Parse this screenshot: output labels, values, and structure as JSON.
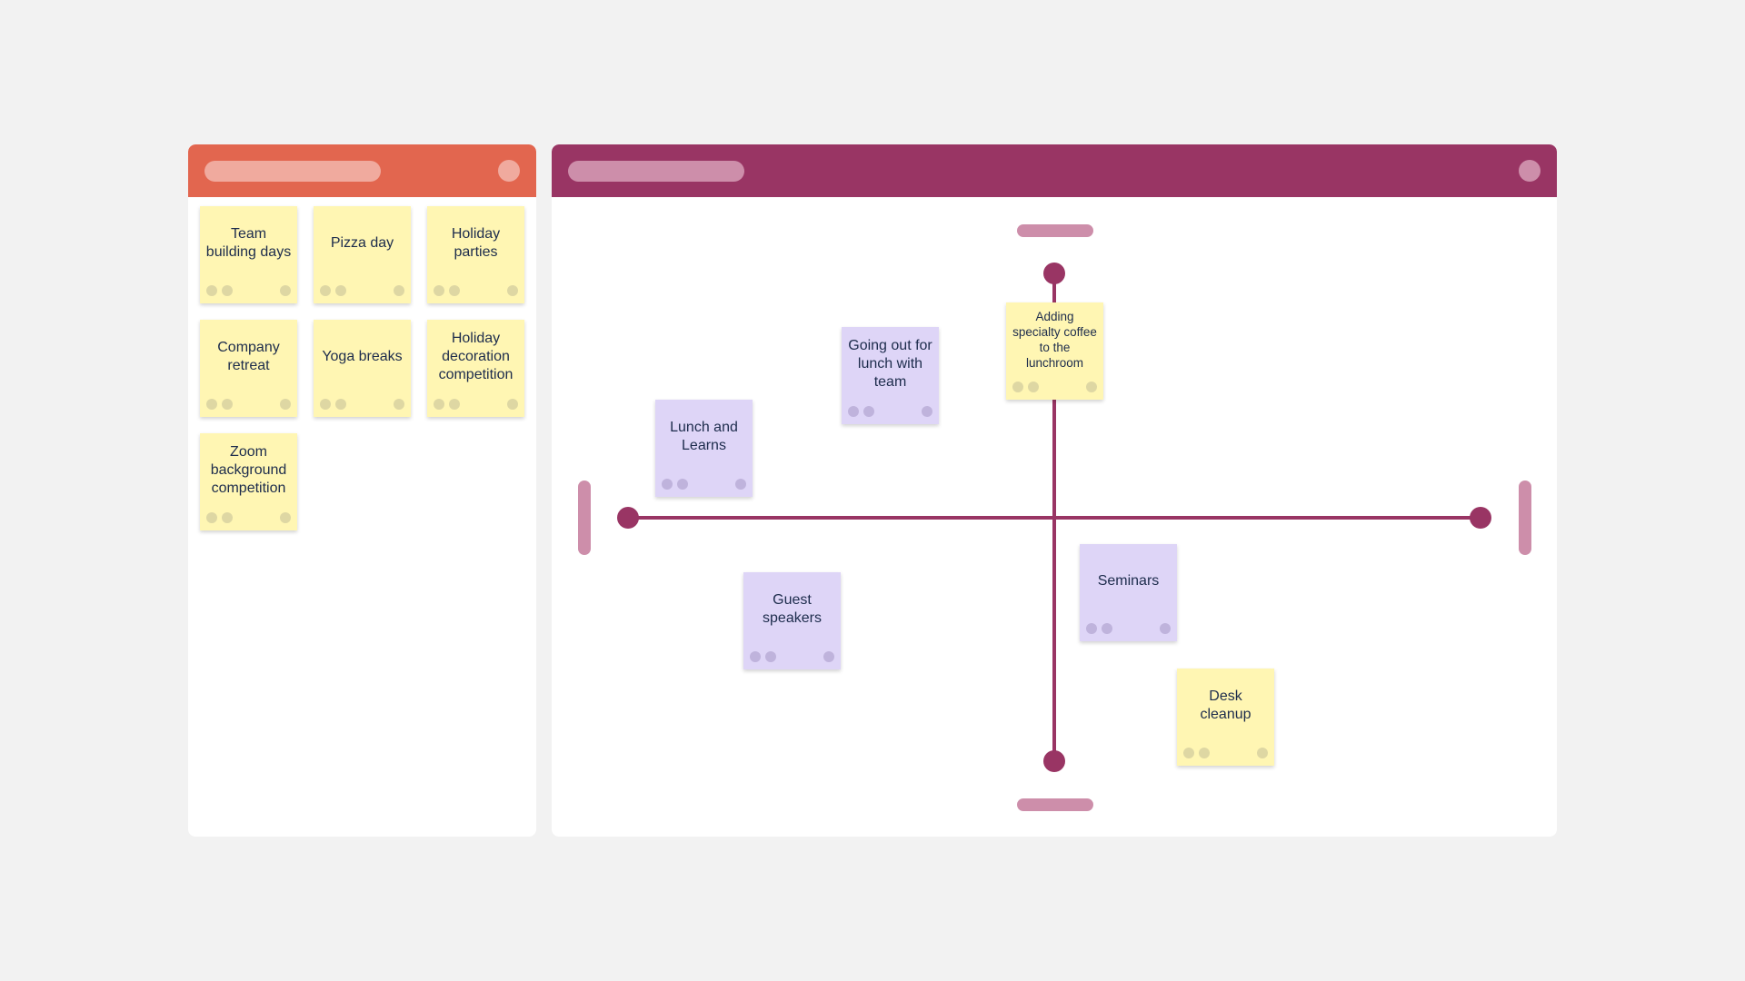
{
  "colors": {
    "background": "#f2f2f2",
    "left_header": "#e2664f",
    "right_header": "#993564",
    "axis": "#993564",
    "note_yellow": "#fff6b3",
    "note_purple": "#ded5f7",
    "note_text": "#1d2c4c"
  },
  "backlog": {
    "notes": [
      {
        "text": "Team building days",
        "color": "yellow"
      },
      {
        "text": "Pizza day",
        "color": "yellow"
      },
      {
        "text": "Holiday parties",
        "color": "yellow"
      },
      {
        "text": "Company retreat",
        "color": "yellow"
      },
      {
        "text": "Yoga breaks",
        "color": "yellow"
      },
      {
        "text": "Holiday decoration competition",
        "color": "yellow"
      },
      {
        "text": "Zoom background competition",
        "color": "yellow"
      }
    ]
  },
  "matrix": {
    "notes": [
      {
        "text": "Adding specialty coffee to the lunchroom",
        "color": "yellow"
      },
      {
        "text": "Going out for lunch with team",
        "color": "purple"
      },
      {
        "text": "Lunch and Learns",
        "color": "purple"
      },
      {
        "text": "Seminars",
        "color": "purple"
      },
      {
        "text": "Guest speakers",
        "color": "purple"
      },
      {
        "text": "Desk cleanup",
        "color": "yellow"
      }
    ]
  }
}
